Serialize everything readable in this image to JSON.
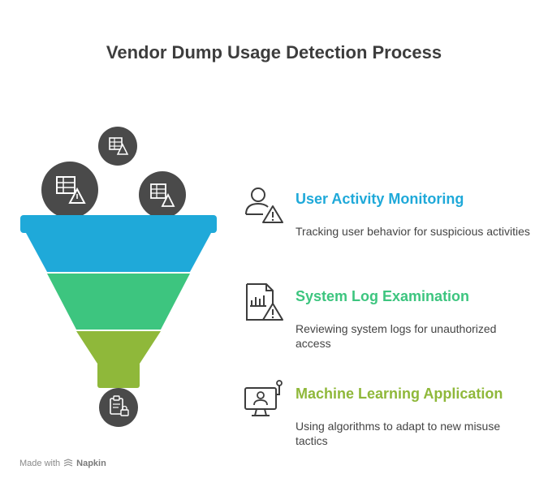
{
  "title": "Vendor Dump Usage Detection Process",
  "stages": [
    {
      "title": "User Activity Monitoring",
      "description": "Tracking user behavior for suspicious activities",
      "color": "#1fa9d9",
      "icon": "user-warning-icon"
    },
    {
      "title": "System Log Examination",
      "description": "Reviewing system logs for unauthorized access",
      "color": "#3dc57f",
      "icon": "log-chart-warning-icon"
    },
    {
      "title": "Machine Learning Application",
      "description": "Using algorithms to adapt to new misuse tactics",
      "color": "#8fb83a",
      "icon": "monitor-user-icon"
    }
  ],
  "inputs_icon": "database-warning-icon",
  "output_icon": "clipboard-lock-icon",
  "footer": {
    "made_with": "Made with",
    "brand": "Napkin"
  }
}
